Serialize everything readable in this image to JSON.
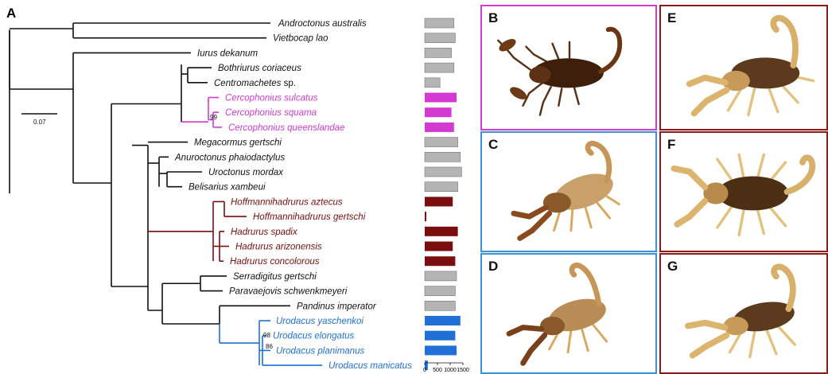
{
  "panel_label": "A",
  "scale_bar_label": "0.07",
  "taxa": [
    {
      "name": "Androctonus australis",
      "group": "other",
      "italic_parts": [
        "Androctonus australis"
      ],
      "value": 1150
    },
    {
      "name": "Vietbocap lao",
      "group": "other",
      "value": 1200
    },
    {
      "name": "Iurus dekanum",
      "group": "other",
      "value": 1050
    },
    {
      "name": "Bothriurus coriaceus",
      "group": "other",
      "value": 1150
    },
    {
      "name": "Centromachetes sp.",
      "group": "other",
      "value": 600
    },
    {
      "name": "Cercophonius sulcatus",
      "group": "Cercophonius",
      "value": 1250
    },
    {
      "name": "Cercophonius squama",
      "group": "Cercophonius",
      "value": 1050
    },
    {
      "name": "Cercophonius queenslandae",
      "group": "Cercophonius",
      "value": 1150
    },
    {
      "name": "Megacormus gertschi",
      "group": "other",
      "value": 1300
    },
    {
      "name": "Anuroctonus phaiodactylus",
      "group": "other",
      "value": 1400
    },
    {
      "name": "Uroctonus mordax",
      "group": "other",
      "value": 1450
    },
    {
      "name": "Belisarius xambeui",
      "group": "other",
      "value": 1300
    },
    {
      "name": "Hoffmannihadrurus aztecus",
      "group": "Hadrurinae",
      "value": 1100
    },
    {
      "name": "Hoffmannihadrurus gertschi",
      "group": "Hadrurinae",
      "value": 30
    },
    {
      "name": "Hadrurus spadix",
      "group": "Hadrurinae",
      "value": 1300
    },
    {
      "name": "Hadrurus arizonensis",
      "group": "Hadrurinae",
      "value": 1100
    },
    {
      "name": "Hadrurus concolorous",
      "group": "Hadrurinae",
      "value": 1200
    },
    {
      "name": "Serradigitus gertschi",
      "group": "other",
      "value": 1250
    },
    {
      "name": "Paravaejovis schwenkmeyeri",
      "group": "other",
      "value": 1200
    },
    {
      "name": "Pandinus imperator",
      "group": "other",
      "value": 1200
    },
    {
      "name": "Urodacus yaschenkoi",
      "group": "Urodacus",
      "value": 1400
    },
    {
      "name": "Urodacus elongatus",
      "group": "Urodacus",
      "value": 1200
    },
    {
      "name": "Urodacus planimanus",
      "group": "Urodacus",
      "value": 1250
    },
    {
      "name": "Urodacus manicatus",
      "group": "Urodacus",
      "value": 120
    }
  ],
  "bootstrap_labels": [
    "99",
    "98",
    "86"
  ],
  "bar_axis": {
    "ticks": [
      "0",
      "500",
      "1000",
      "1500"
    ],
    "max": 1500
  },
  "colors": {
    "other": "#b4b4b4",
    "Cercophonius": "#d23ad2",
    "Hadrurinae": "#7a0d0d",
    "Urodacus": "#1f6fd6",
    "branch_default": "#111111"
  },
  "photo_panels": [
    {
      "label": "B",
      "border": "#d23ad2",
      "icon": "scorpion-dark-topview-icon"
    },
    {
      "label": "C",
      "border": "#3a93d6",
      "icon": "scorpion-yellow-icon"
    },
    {
      "label": "D",
      "border": "#3a93d6",
      "icon": "scorpion-yellow-icon"
    },
    {
      "label": "E",
      "border": "#8b1a1a",
      "icon": "scorpion-hadrurus-icon"
    },
    {
      "label": "F",
      "border": "#8b1a1a",
      "icon": "scorpion-hadrurus-topview-icon"
    },
    {
      "label": "G",
      "border": "#8b1a1a",
      "icon": "scorpion-hadrurus-icon"
    }
  ]
}
